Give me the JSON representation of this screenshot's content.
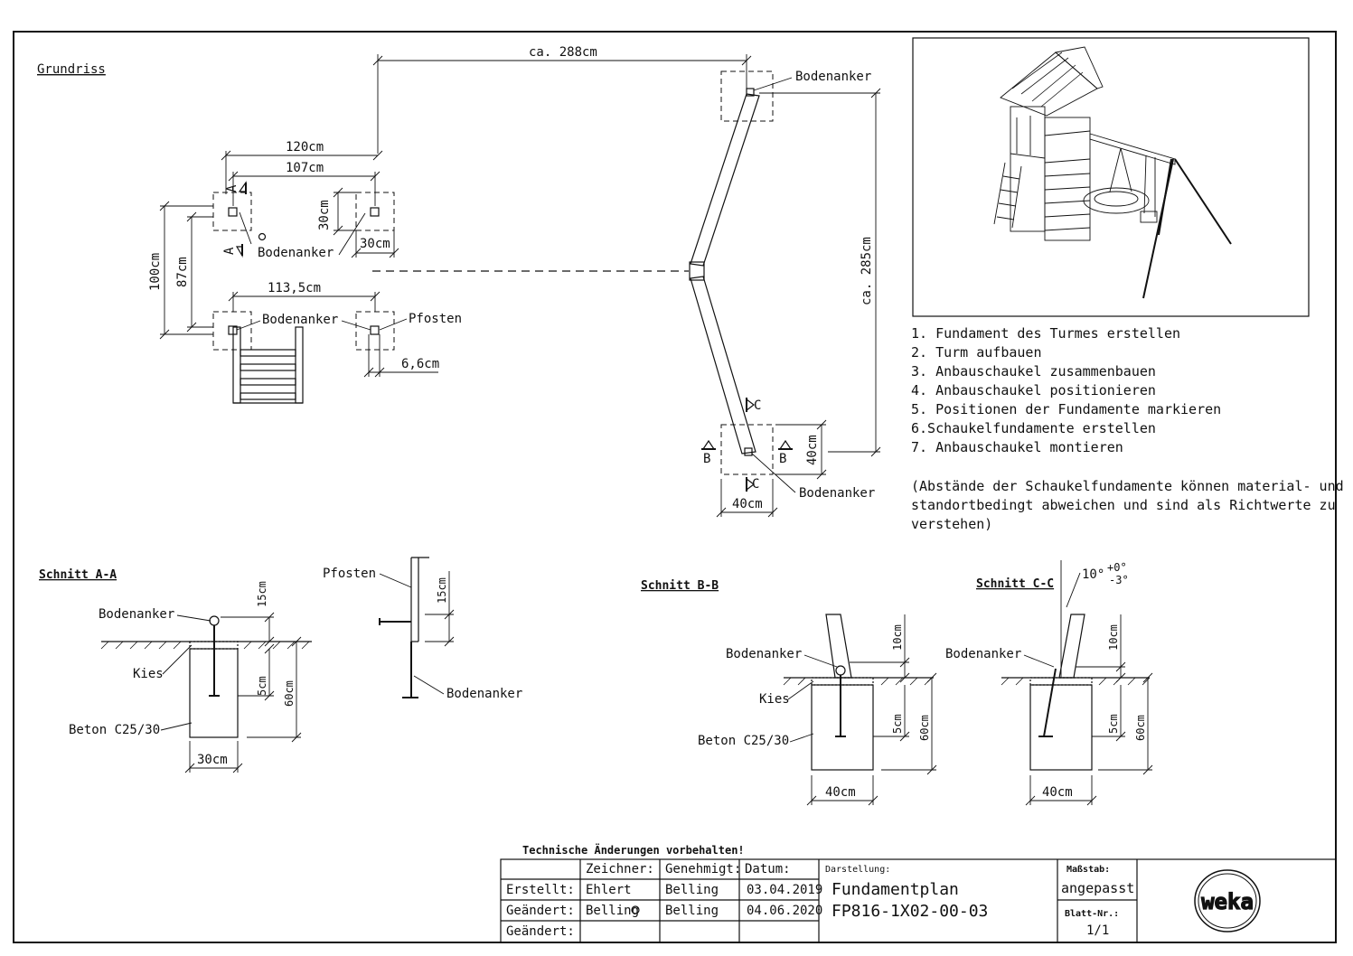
{
  "title_plan": "Grundriss",
  "plan": {
    "dim_top": "ca. 288cm",
    "dim_120": "120cm",
    "dim_107": "107cm",
    "dim_30v": "30cm",
    "dim_30h": "30cm",
    "dim_100": "100cm",
    "dim_87": "87cm",
    "dim_113": "113,5cm",
    "dim_66": "6,6cm",
    "dim_285": "ca. 285cm",
    "dim_40v": "40cm",
    "dim_40h": "40cm",
    "label_anker": "Bodenanker",
    "label_pfosten": "Pfosten",
    "sec_a": "A",
    "sec_b": "B",
    "sec_c": "C"
  },
  "steps": [
    "1. Fundament des Turmes erstellen",
    "2. Turm aufbauen",
    "3. Anbauschaukel zusammenbauen",
    "4. Anbauschaukel positionieren",
    "5. Positionen der Fundamente markieren",
    "6.Schaukelfundamente erstellen",
    "7. Anbauschaukel montieren"
  ],
  "note_lines": [
    "(Abstände der Schaukelfundamente können material- und",
    "standortbedingt abweichen und sind als Richtwerte zu",
    "verstehen)"
  ],
  "sections": {
    "aa_title": "Schnitt A-A",
    "bb_title": "Schnitt B-B",
    "cc_title": "Schnitt C-C",
    "anker": "Bodenanker",
    "kies": "Kies",
    "beton": "Beton C25/30",
    "pfosten": "Pfosten",
    "d15": "15cm",
    "d5": "5cm",
    "d60": "60cm",
    "d30": "30cm",
    "d10": "10cm",
    "d40": "40cm",
    "angle_main": "10°",
    "angle_upper": "+0°",
    "angle_lower": "-3°"
  },
  "titleblock": {
    "disclaimer": "Technische Änderungen vorbehalten!",
    "h_zeichner": "Zeichner:",
    "h_genehmigt": "Genehmigt:",
    "h_datum": "Datum:",
    "h_darstellung": "Darstellung:",
    "h_massstab": "Maßstab:",
    "h_blatt": "Blatt-Nr.:",
    "r1_label": "Erstellt:",
    "r1_zeichner": "Ehlert",
    "r1_genehmigt": "Belling",
    "r1_datum": "03.04.2019",
    "r2_label": "Geändert:",
    "r2_zeichner": "Belling",
    "r2_genehmigt": "Belling",
    "r2_datum": "04.06.2020",
    "r3_label": "Geändert:",
    "darstellung_1": "Fundamentplan",
    "darstellung_2": "FP816-1X02-00-03",
    "massstab": "angepasst",
    "blatt": "1/1",
    "logo": "weka"
  }
}
